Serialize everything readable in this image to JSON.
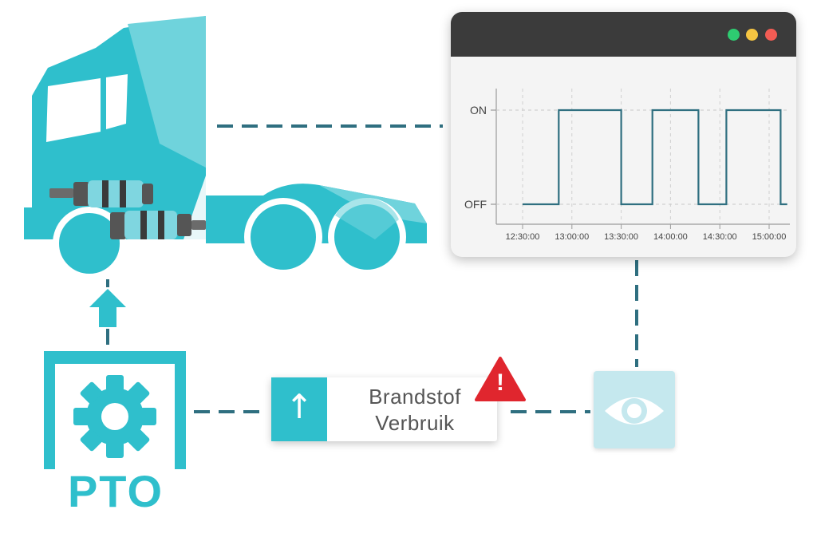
{
  "chart_data": {
    "type": "line",
    "y_states": [
      "OFF",
      "ON"
    ],
    "x_ticks": [
      "12:30:00",
      "13:00:00",
      "13:30:00",
      "14:00:00",
      "14:30:00",
      "15:00:00"
    ],
    "points": [
      {
        "x": "12:30:00",
        "y": "OFF"
      },
      {
        "x": "12:52:00",
        "y": "OFF"
      },
      {
        "x": "12:52:00",
        "y": "ON"
      },
      {
        "x": "13:30:00",
        "y": "ON"
      },
      {
        "x": "13:30:00",
        "y": "OFF"
      },
      {
        "x": "13:49:00",
        "y": "OFF"
      },
      {
        "x": "13:49:00",
        "y": "ON"
      },
      {
        "x": "14:17:00",
        "y": "ON"
      },
      {
        "x": "14:17:00",
        "y": "OFF"
      },
      {
        "x": "14:34:00",
        "y": "OFF"
      },
      {
        "x": "14:34:00",
        "y": "ON"
      },
      {
        "x": "15:07:00",
        "y": "ON"
      },
      {
        "x": "15:07:00",
        "y": "OFF"
      },
      {
        "x": "15:11:00",
        "y": "OFF"
      }
    ],
    "grid": true,
    "line_color": "#2f6f80"
  },
  "window_controls": {
    "green": "#2ecc71",
    "yellow": "#f5c542",
    "red": "#f25c54"
  },
  "fuel_card": {
    "line1": "Brandstof",
    "line2": "Verbruik",
    "arrow": "↑",
    "warning": "!"
  },
  "pto": {
    "label": "PTO"
  },
  "colors": {
    "teal": "#2fbfcc",
    "teal_light": "#6fd3dc",
    "dash": "#2f6f80",
    "warning": "#e0262e",
    "eye_box": "#c5e8ee"
  },
  "icons": [
    "truck-icon",
    "gearbox-icon",
    "gear-icon",
    "eye-icon",
    "warning-icon",
    "arrow-up-icon"
  ]
}
